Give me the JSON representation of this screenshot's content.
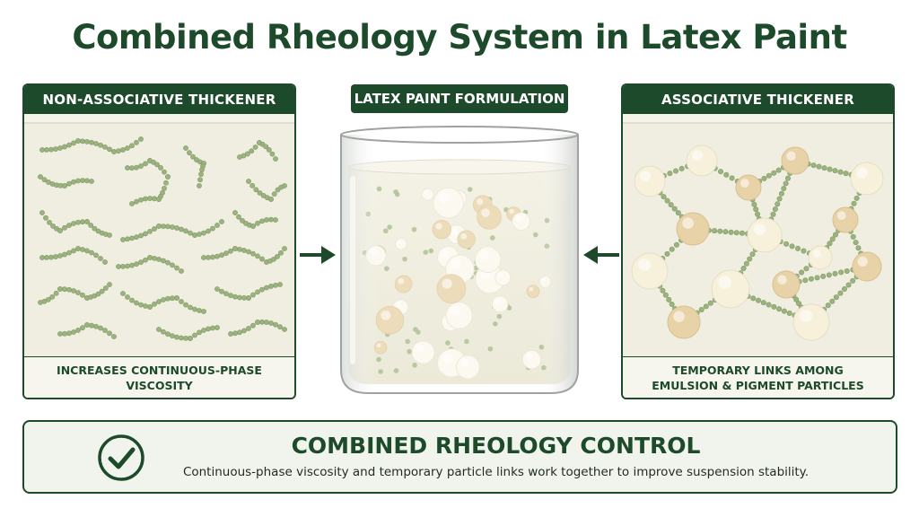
{
  "title": "Combined Rheology System in Latex Paint",
  "left_panel": {
    "header": "NON-ASSOCIATIVE THICKENER",
    "footer": "INCREASES CONTINUOUS-PHASE VISCOSITY",
    "icon": "polymer-chains"
  },
  "center_panel": {
    "header": "LATEX PAINT FORMULATION",
    "icon": "beaker-with-particles"
  },
  "right_panel": {
    "header": "ASSOCIATIVE THICKENER",
    "footer_line1": "TEMPORARY LINKS AMONG",
    "footer_line2": "EMULSION & PIGMENT PARTICLES",
    "icon": "particle-network"
  },
  "bottom": {
    "title": "COMBINED RHEOLOGY CONTROL",
    "subtitle": "Continuous-phase viscosity and temporary particle links work together to improve suspension stability.",
    "icon": "check-circle-icon"
  },
  "colors": {
    "dark_green": "#1d4a2b",
    "chain_green": "#9cb37f",
    "panel_bg": "#f6f4ea",
    "particle_cream": "#f7f1dc",
    "particle_tan": "#e8d3a8"
  }
}
